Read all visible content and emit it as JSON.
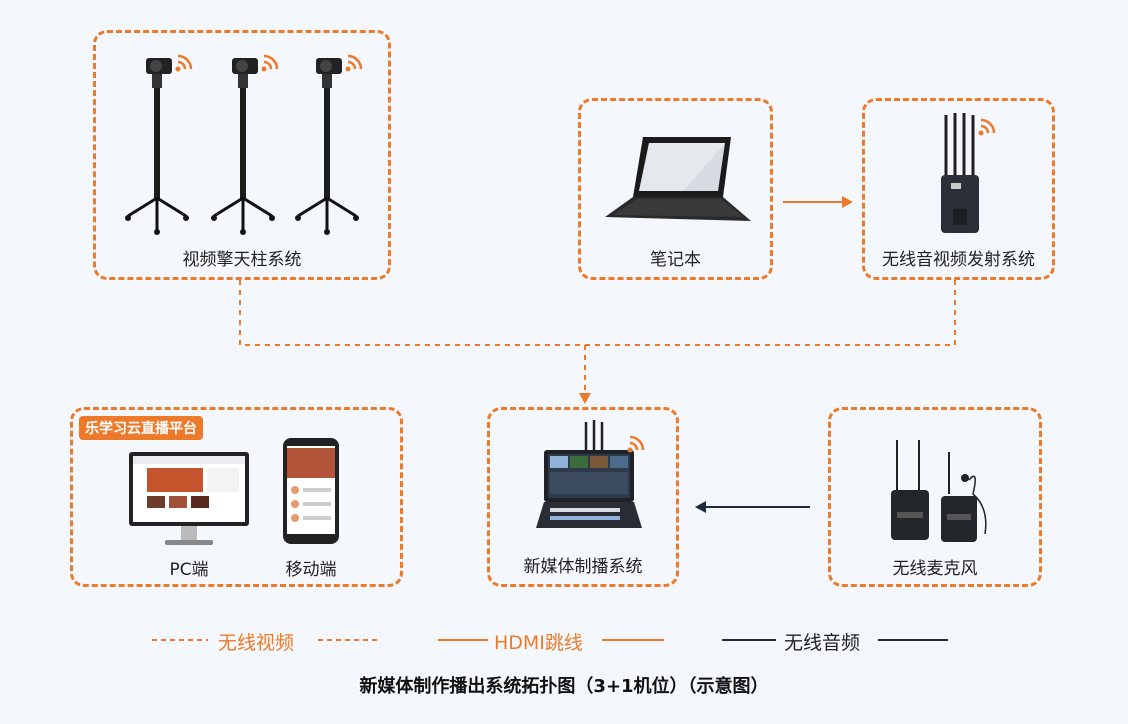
{
  "nodes": {
    "pillar": {
      "label": "视频擎天柱系统"
    },
    "laptop": {
      "label": "笔记本"
    },
    "transmitter": {
      "label": "无线音视频发射系统"
    },
    "platform": {
      "tag": "乐学习云直播平台",
      "pc_label": "PC端",
      "mobile_label": "移动端"
    },
    "director": {
      "label": "新媒体制播系统"
    },
    "mic": {
      "label": "无线麦克风"
    }
  },
  "legend": {
    "wireless_video": "无线视频",
    "hdmi": "HDMI跳线",
    "wireless_audio": "无线音频"
  },
  "footer": {
    "title": "新媒体制作播出系统拓扑图（3+1机位）（示意图）"
  },
  "colors": {
    "accent": "#ec7a2a",
    "audio_line": "#1f2a3a",
    "background": "#f4f7fb"
  },
  "icons": [
    "wifi-icon",
    "camera-pillar-icon",
    "laptop-icon",
    "transmitter-icon",
    "monitor-icon",
    "phone-icon",
    "director-console-icon",
    "microphone-icon"
  ]
}
